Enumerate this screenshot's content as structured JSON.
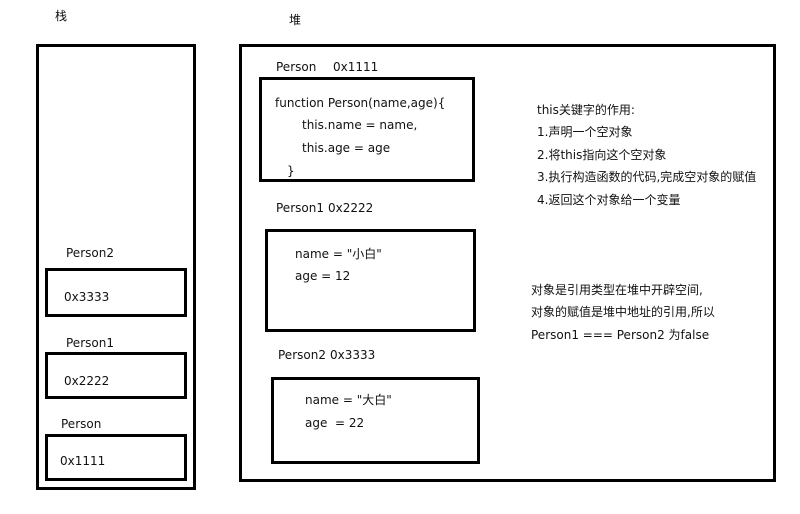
{
  "stack": {
    "title": "栈",
    "items": [
      {
        "label": "Person2",
        "value": "0x3333"
      },
      {
        "label": "Person1",
        "value": "0x2222"
      },
      {
        "label": "Person",
        "value": "0x1111"
      }
    ]
  },
  "heap": {
    "title": "堆",
    "objects": [
      {
        "name": "Person",
        "address": "0x1111",
        "lines": [
          "function Person(name,age){",
          "this.name = name,",
          "this.age = age",
          "}"
        ]
      },
      {
        "name": "Person1",
        "address": "0x2222",
        "lines": [
          "name = \"小白\"",
          "age = 12"
        ]
      },
      {
        "name": "Person2",
        "address": "0x3333",
        "lines": [
          "name = \"大白\"",
          "age  = 22"
        ]
      }
    ],
    "notes": {
      "this_keyword": [
        "this关键字的作用:",
        "1.声明一个空对象",
        "2.将this指向这个空对象",
        "3.执行构造函数的代码,完成空对象的赋值",
        "4.返回这个对象给一个变量"
      ],
      "reference": [
        "对象是引用类型在堆中开辟空间,",
        "对象的赋值是堆中地址的引用,所以",
        "Person1 === Person2 为false"
      ]
    }
  }
}
